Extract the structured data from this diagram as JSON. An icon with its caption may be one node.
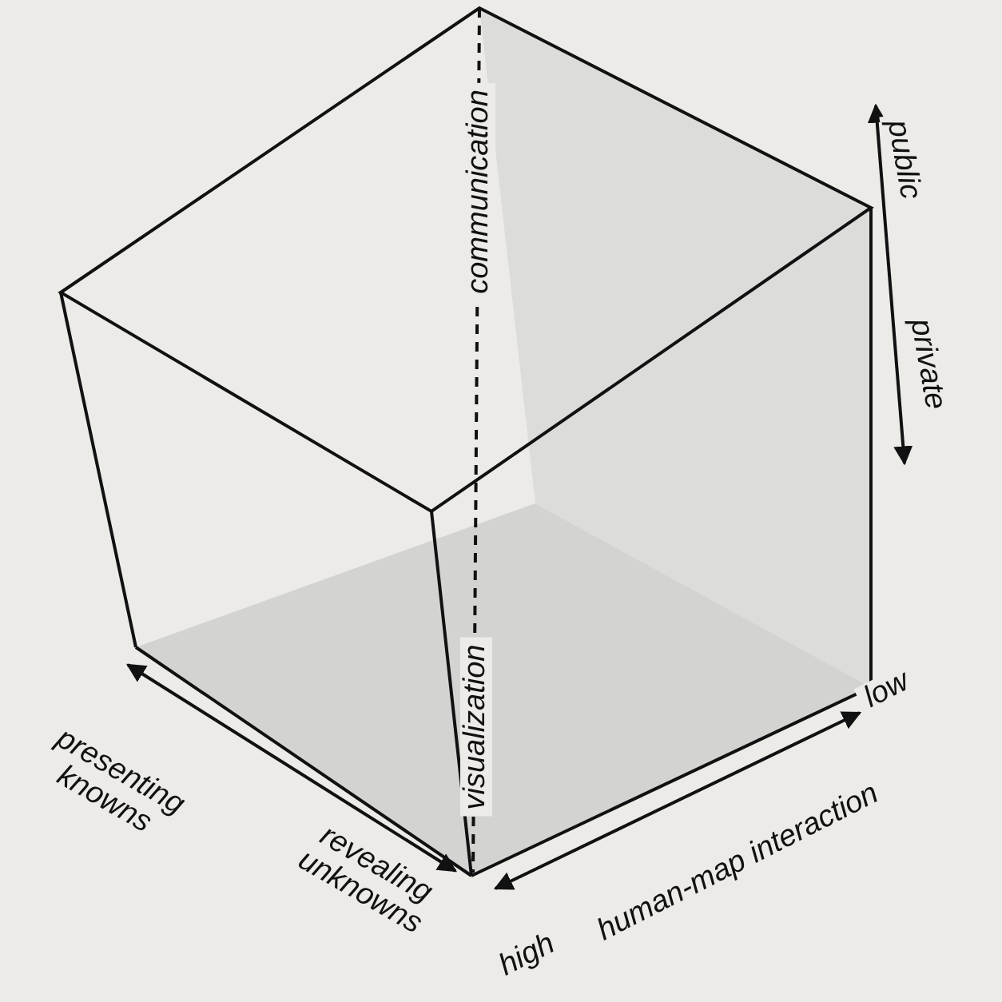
{
  "diagram": {
    "labels": [
      "communication",
      "public",
      "private",
      "visualization",
      "low",
      "presenting knowns",
      "revealing unknowns",
      "high",
      "human-map interaction"
    ]
  }
}
